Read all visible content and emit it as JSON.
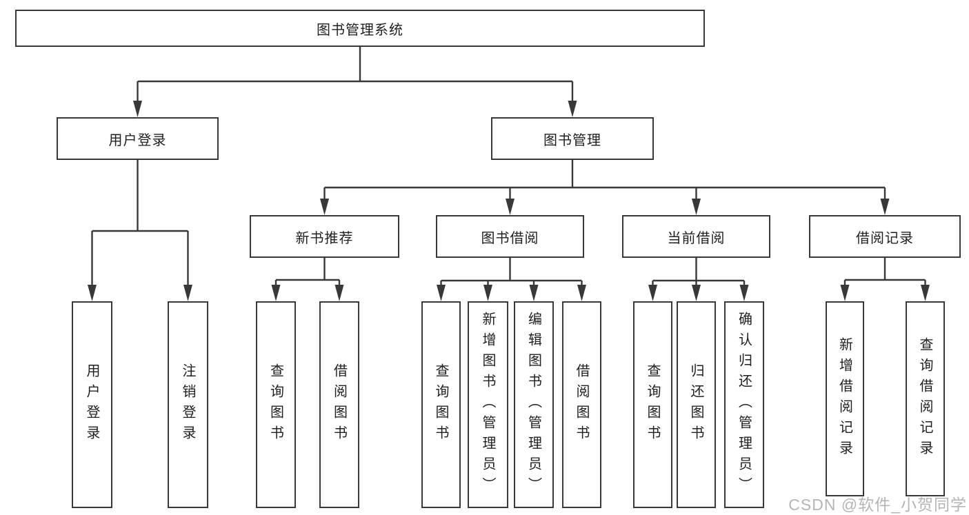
{
  "colors": {
    "line": "#383838",
    "text": "#1f1f1f",
    "background": "#ffffff",
    "watermark": "#b5b5b5"
  },
  "tree": {
    "root": {
      "label": "图书管理系统"
    },
    "branches": [
      {
        "label": "用户登录",
        "children": [
          "用户登录",
          "注销登录"
        ]
      },
      {
        "label": "图书管理",
        "children_groups": [
          {
            "label": "新书推荐",
            "children": [
              "查询图书",
              "借阅图书"
            ]
          },
          {
            "label": "图书借阅",
            "children": [
              "查询图书",
              "新增图书（管理员）",
              "编辑图书（管理员）",
              "借阅图书"
            ]
          },
          {
            "label": "当前借阅",
            "children": [
              "查询图书",
              "归还图书",
              "确认归还（管理员）"
            ]
          },
          {
            "label": "借阅记录",
            "children": [
              "新增借阅记录",
              "查询借阅记录"
            ]
          }
        ]
      }
    ]
  },
  "watermark": {
    "text": "CSDN @软件_小贺同学"
  }
}
